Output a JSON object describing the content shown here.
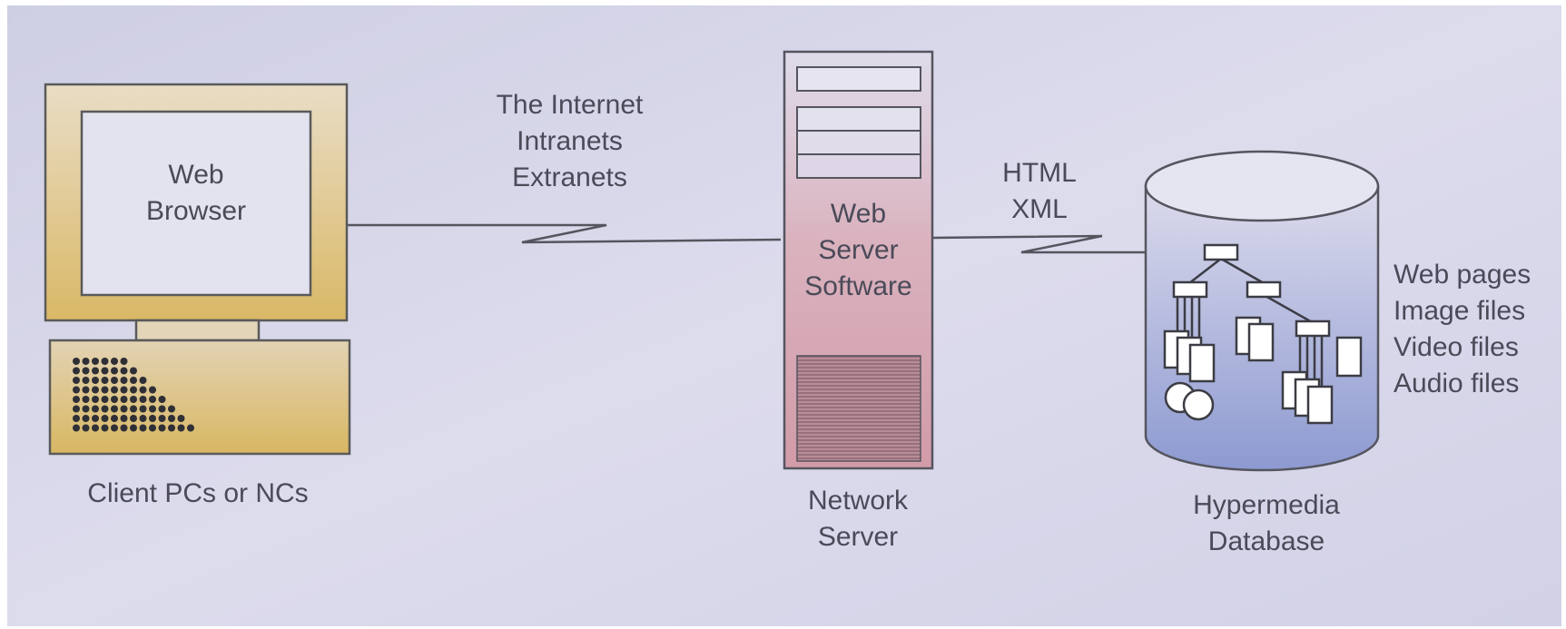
{
  "colors": {
    "page_background": "#d8d7e9",
    "client_beige": "#dcc27a",
    "server_pink": "#d9aab2",
    "database_blue": "#9ea9d6",
    "ink": "#4a4a58"
  },
  "client": {
    "screen_text": [
      "Web",
      "Browser"
    ],
    "caption": "Client PCs or NCs"
  },
  "network_link": {
    "lines": [
      "The Internet",
      "Intranets",
      "Extranets"
    ]
  },
  "server": {
    "body_text": [
      "Web",
      "Server",
      "Software"
    ],
    "caption": [
      "Network",
      "Server"
    ]
  },
  "data_link": {
    "lines": [
      "HTML",
      "XML"
    ]
  },
  "database": {
    "caption": [
      "Hypermedia",
      "Database"
    ],
    "contents": [
      "Web pages",
      "Image files",
      "Video files",
      "Audio files"
    ]
  }
}
